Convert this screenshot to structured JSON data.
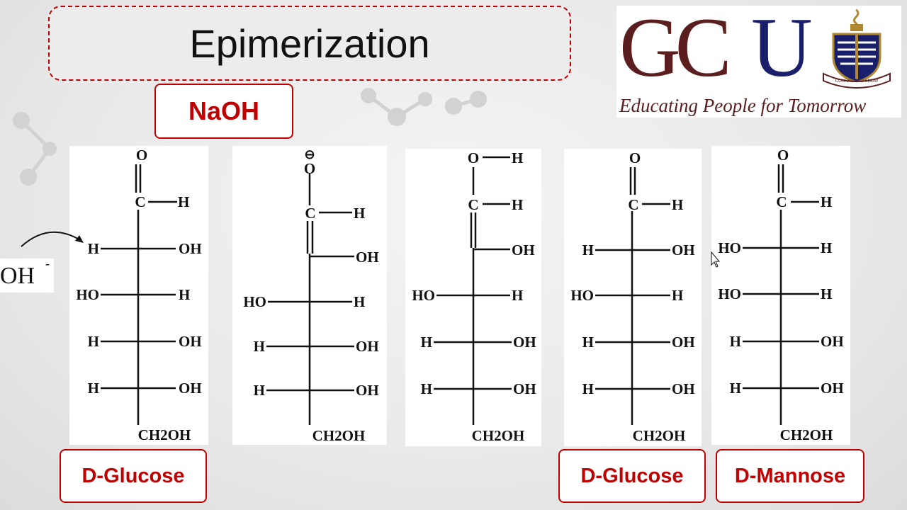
{
  "slide": {
    "title": "Epimerization",
    "reagent": "NaOH",
    "attacker": "OH",
    "attacker_charge": "-",
    "labels": {
      "left": "D-Glucose",
      "middle": "D-Glucose",
      "right": "D-Mannose"
    }
  },
  "logo": {
    "letters_gc": "GC",
    "letter_u": "U",
    "tagline": "Educating People for Tomorrow",
    "crest_motto": "COURAGE TO KNOW"
  },
  "colors": {
    "accent": "#c00000",
    "logo_maroon": "#5a1e1e",
    "logo_navy": "#1a1f6b"
  },
  "structures": {
    "s1": {
      "top_o": "O",
      "c1_c": "C",
      "c1_h": "H",
      "r1": [
        "H",
        "OH"
      ],
      "r2": [
        "HO",
        "H"
      ],
      "r3": [
        "H",
        "OH"
      ],
      "r4": [
        "H",
        "OH"
      ],
      "bottom": "CH2OH"
    },
    "s2": {
      "charge": "⊖",
      "top_o": "O",
      "c1_c": "C",
      "c1_h": "H",
      "c2_oh": "OH",
      "r2": [
        "HO",
        "H"
      ],
      "r3": [
        "H",
        "OH"
      ],
      "r4": [
        "H",
        "OH"
      ],
      "bottom": "CH2OH"
    },
    "s3": {
      "top_o": "O",
      "top_h": "H",
      "c1_c": "C",
      "c1_h": "H",
      "c2_oh": "OH",
      "r2": [
        "HO",
        "H"
      ],
      "r3": [
        "H",
        "OH"
      ],
      "r4": [
        "H",
        "OH"
      ],
      "bottom": "CH2OH"
    },
    "s4": {
      "top_o": "O",
      "c1_c": "C",
      "c1_h": "H",
      "r1": [
        "H",
        "OH"
      ],
      "r2": [
        "HO",
        "H"
      ],
      "r3": [
        "H",
        "OH"
      ],
      "r4": [
        "H",
        "OH"
      ],
      "bottom": "CH2OH"
    },
    "s5": {
      "top_o": "O",
      "c1_c": "C",
      "c1_h": "H",
      "r1": [
        "HO",
        "H"
      ],
      "r2": [
        "HO",
        "H"
      ],
      "r3": [
        "H",
        "OH"
      ],
      "r4": [
        "H",
        "OH"
      ],
      "bottom": "CH2OH"
    }
  }
}
